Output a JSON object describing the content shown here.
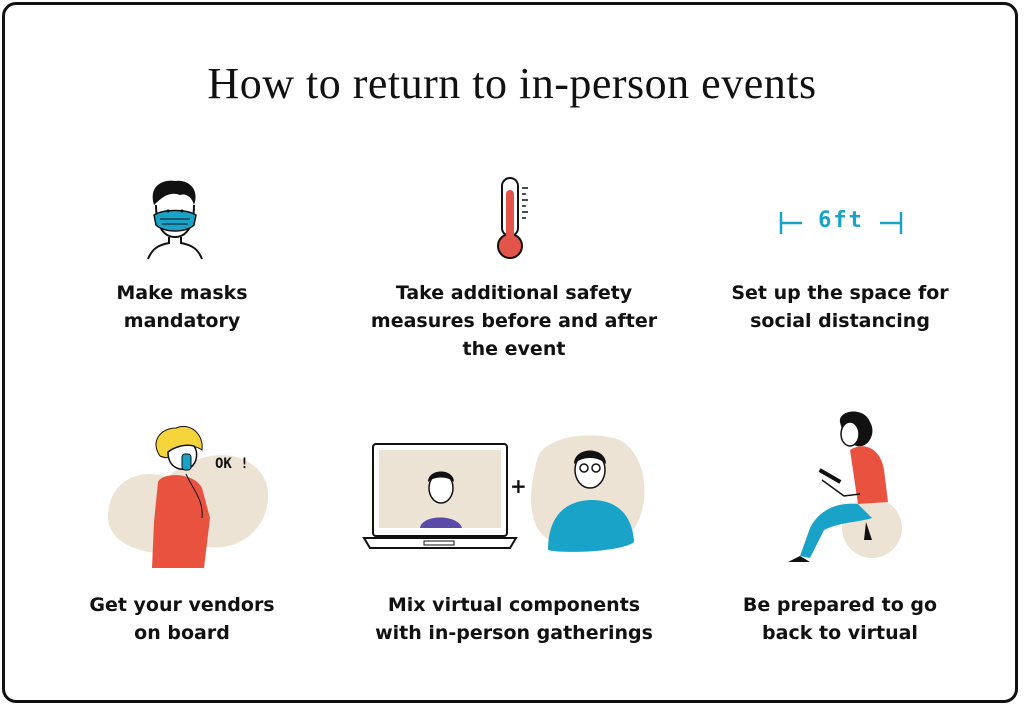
{
  "title": "How to return to in-person events",
  "colors": {
    "accent_teal": "#1aa3c8",
    "coral": "#e8523f",
    "beige": "#ece3d5",
    "yellow": "#f5d33b",
    "thermo_red": "#e3544a"
  },
  "steps": [
    {
      "icon": "masked-person-icon",
      "lines": [
        "Make masks",
        "mandatory"
      ]
    },
    {
      "icon": "thermometer-icon",
      "lines": [
        "Take additional safety",
        "measures before and after",
        "the event"
      ]
    },
    {
      "icon": "distance-6ft-icon",
      "lines": [
        "Set up the space for",
        "social distancing"
      ],
      "icon_text": "6ft"
    },
    {
      "icon": "phone-call-person-icon",
      "lines": [
        "Get your vendors",
        "on board"
      ],
      "icon_text": "OK !"
    },
    {
      "icon": "laptop-plus-person-icon",
      "lines": [
        "Mix virtual components",
        "with in-person gatherings"
      ],
      "icon_text": "+"
    },
    {
      "icon": "person-with-laptop-icon",
      "lines": [
        "Be prepared to go",
        "back to virtual"
      ]
    }
  ]
}
